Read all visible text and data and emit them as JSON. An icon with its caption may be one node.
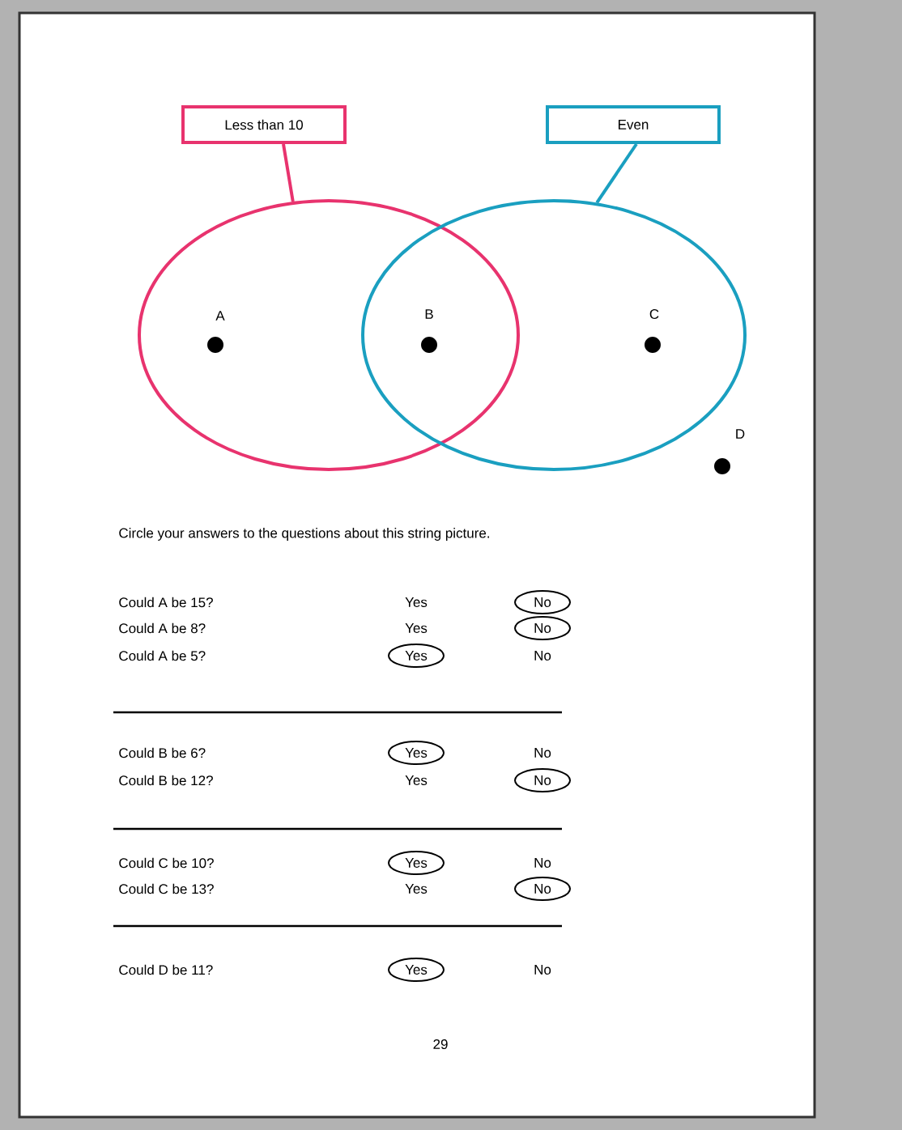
{
  "diagram": {
    "nodes": [
      {
        "text": [
          "Less than 10"
        ]
      },
      {
        "text": [
          "Even"
        ]
      },
      {
        "text": [],
        "shape": "circle"
      },
      {
        "text": [],
        "shape": "circle"
      },
      {
        "text": [
          "No"
        ]
      },
      {
        "text": [
          "No"
        ]
      },
      {
        "text": [
          "Yes"
        ]
      },
      {
        "text": [
          "Yes"
        ]
      },
      {
        "text": [
          "No"
        ]
      },
      {
        "text": [
          "Yes"
        ]
      },
      {
        "text": [
          "No"
        ]
      },
      {
        "text": [
          "Yes"
        ]
      }
    ],
    "edges": [
      {
        "from": 0,
        "to": 2,
        "arrow": "none",
        "color": "#e8336e"
      },
      {
        "from": 1,
        "to": 3,
        "arrow": "none",
        "color": "#1a9fc0"
      }
    ],
    "labels": [
      "A",
      "B",
      "C",
      "D",
      "Circle your answers to the questions about this string picture.",
      "Could A be 15?",
      "Yes",
      "Could A be 8?",
      "Yes",
      "Could A be 5?",
      "No",
      "Could B be 6?",
      "No",
      "Could B be 12?",
      "Yes",
      "Could C be 10?",
      "No",
      "Could C be 13?",
      "Yes",
      "Could D be 11?",
      "No",
      "29"
    ]
  }
}
